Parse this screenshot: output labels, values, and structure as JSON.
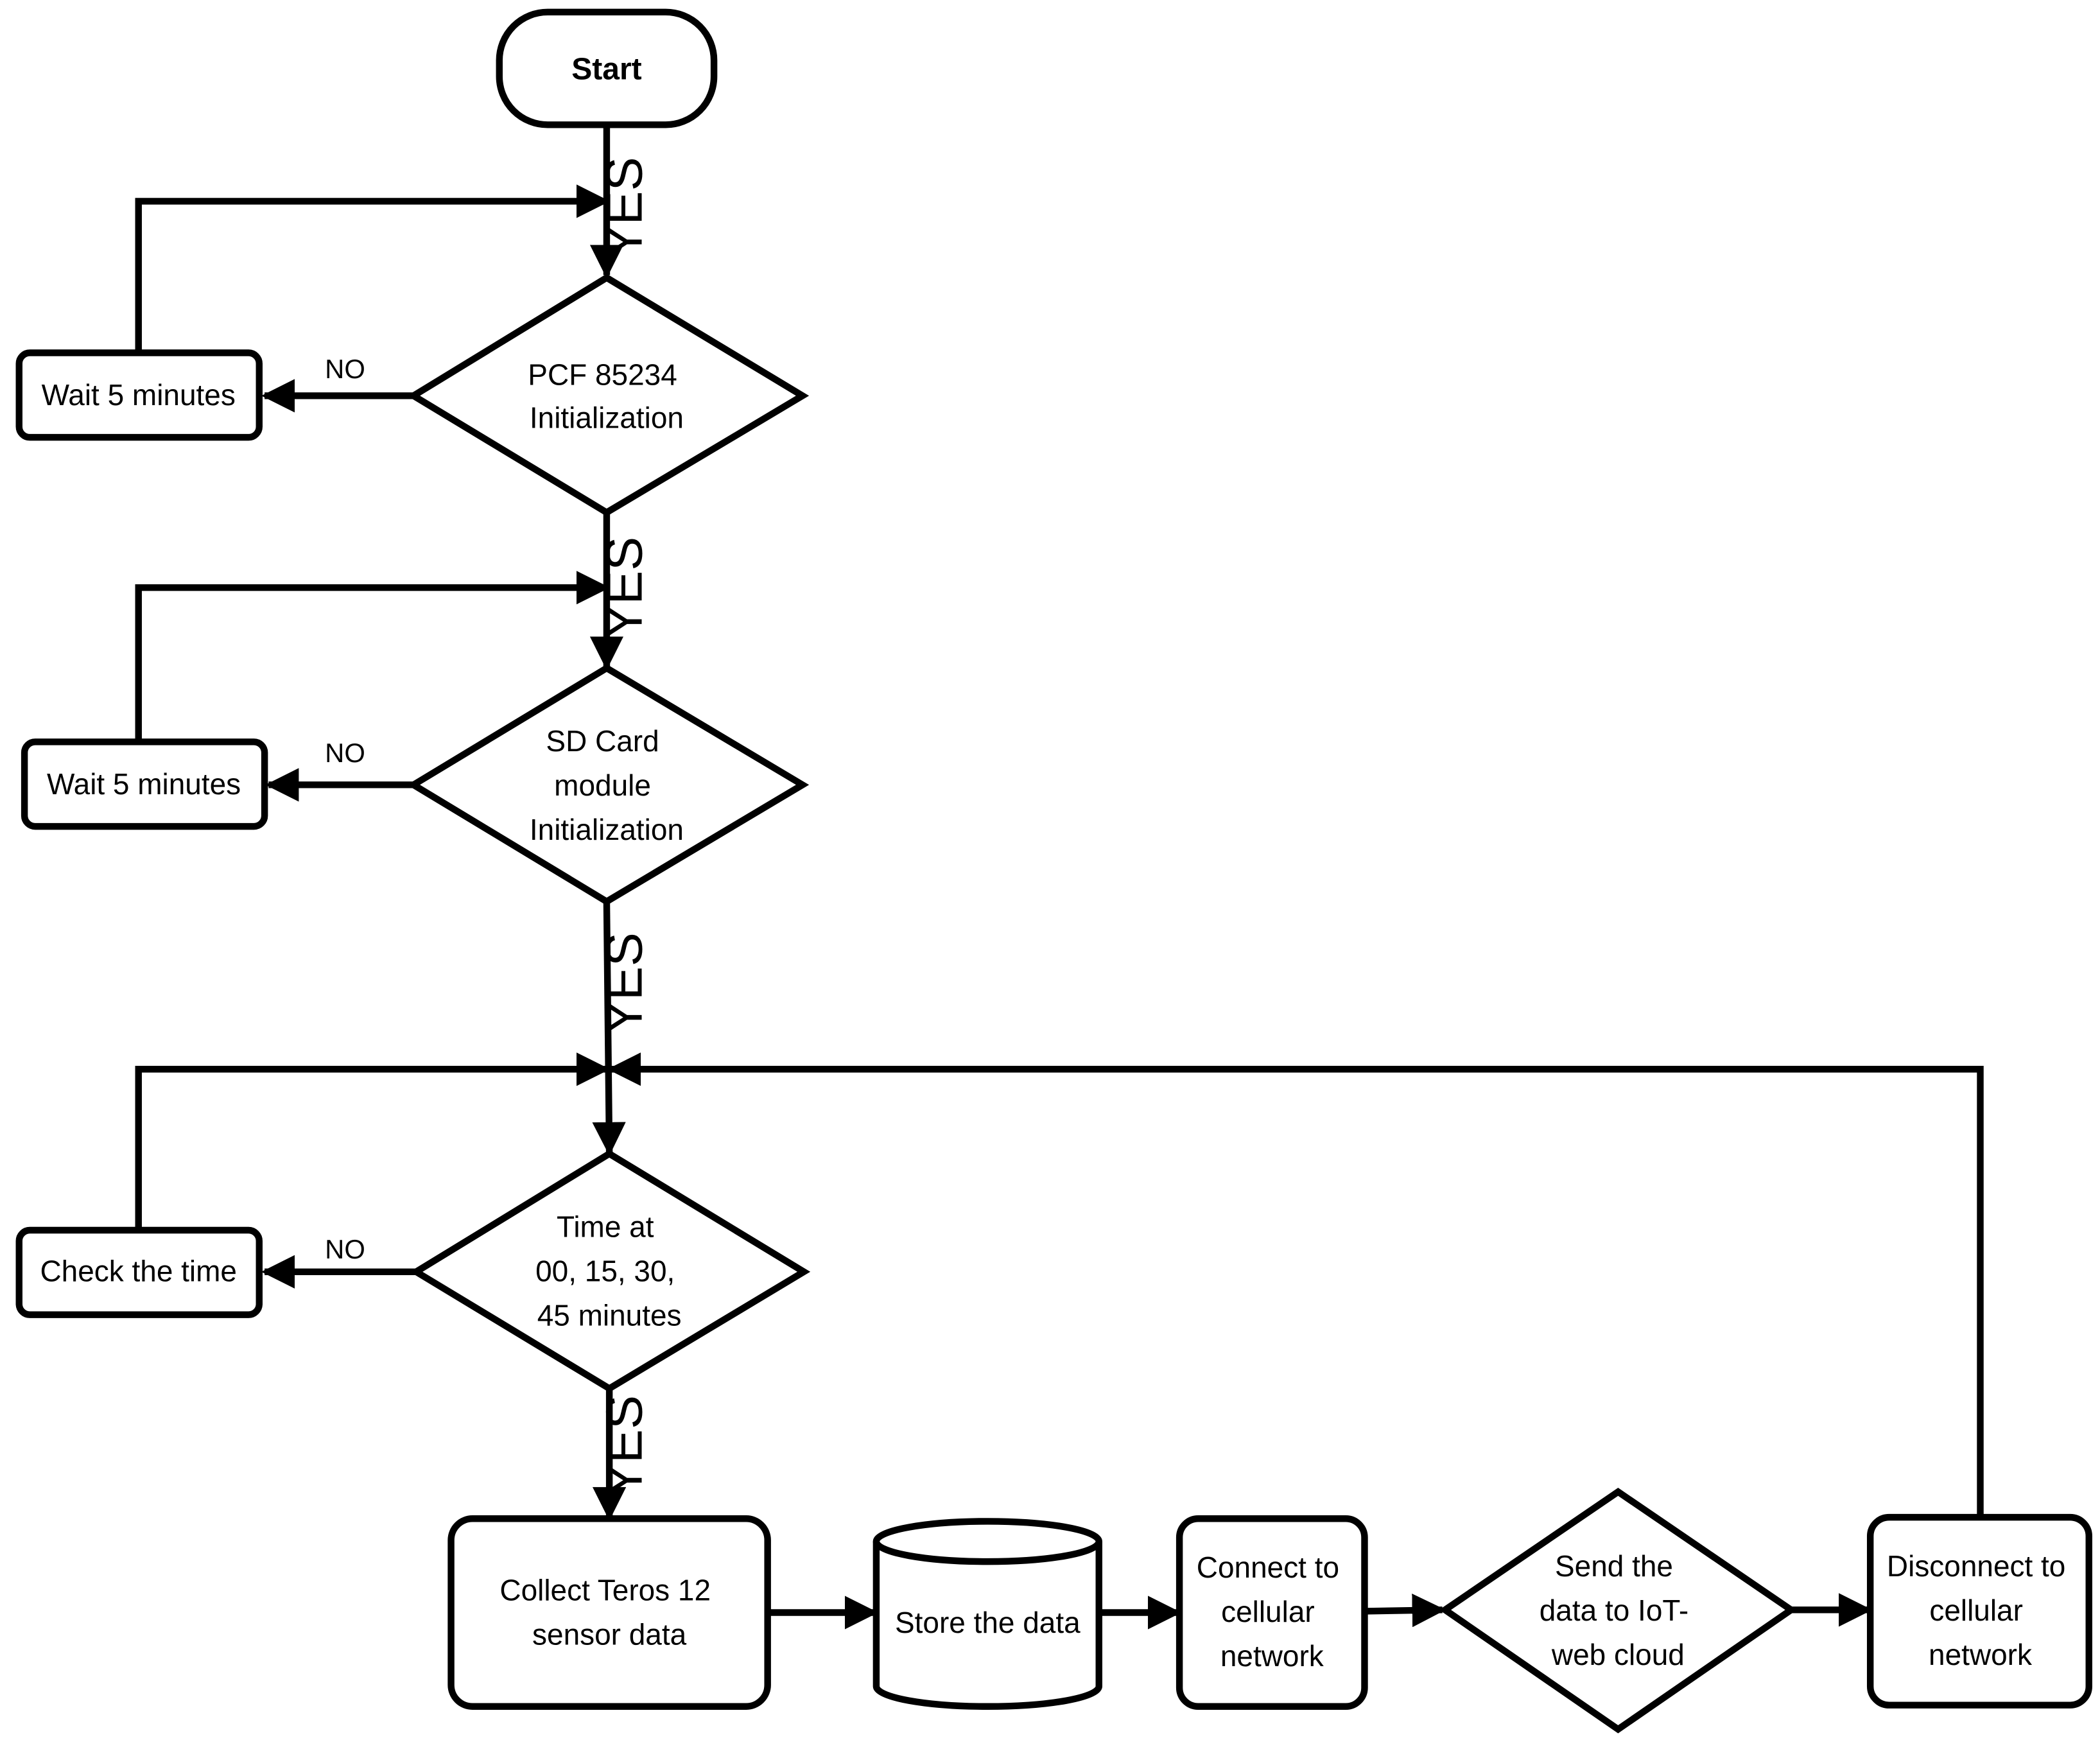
{
  "nodes": {
    "start": "Start",
    "pcf_init": [
      "PCF 85234",
      "Initialization"
    ],
    "wait_1": "Wait 5 minutes",
    "sd_init": [
      "SD Card",
      "module",
      "Initialization"
    ],
    "wait_2": "Wait 5 minutes",
    "time_check": [
      "Time at",
      "00, 15, 30,",
      "45 minutes"
    ],
    "check_time": "Check the time",
    "collect": [
      "Collect Teros 12",
      "sensor data"
    ],
    "store": "Store the data",
    "connect": [
      "Connect to",
      "cellular",
      "network"
    ],
    "send": [
      "Send the",
      "data to IoT-",
      "web cloud"
    ],
    "disconnect": [
      "Disconnect to",
      "cellular",
      "network"
    ]
  },
  "edge_labels": {
    "start_to_pcf": "YES",
    "pcf_no": "NO",
    "pcf_to_sd": "YES",
    "sd_no": "NO",
    "sd_to_loop": "YES",
    "time_no": "NO",
    "time_yes": "YES"
  },
  "colors": {
    "stroke": "#000000",
    "fill": "#ffffff",
    "background": "#ffffff"
  }
}
